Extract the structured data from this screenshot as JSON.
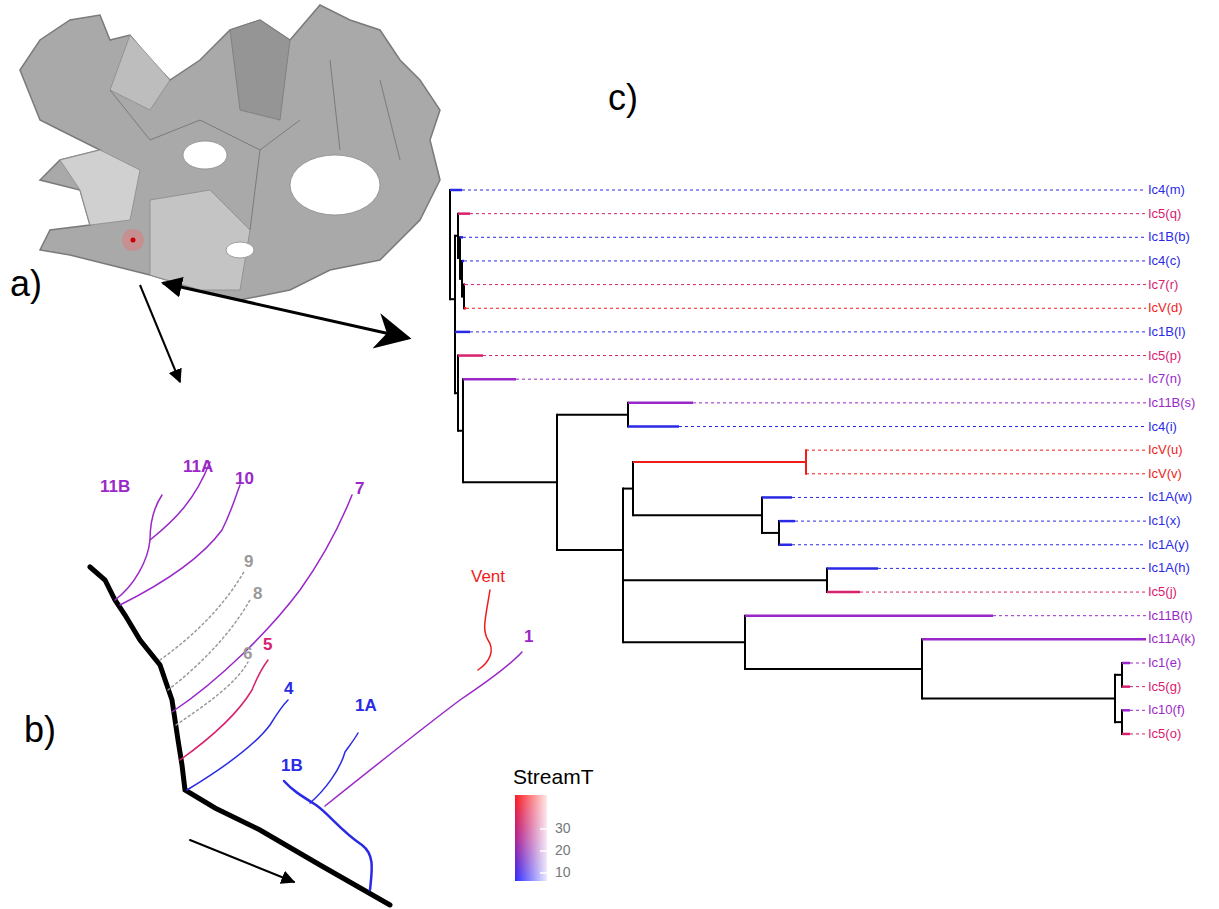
{
  "diagram": {
    "labels": [
      "a)",
      "b)",
      "c)",
      "11B",
      "11A",
      "10",
      "9",
      "8",
      "7",
      "6",
      "5",
      "4",
      "1A",
      "1B",
      "Vent",
      "1",
      "Ic4(m)",
      "Ic5(q)",
      "Ic1B(b)",
      "Ic4(c)",
      "Ic7(r)",
      "IcV(d)",
      "Ic1B(l)",
      "Ic5(p)",
      "Ic7(n)",
      "Ic11B(s)",
      "Ic4(i)",
      "IcV(u)",
      "IcV(v)",
      "Ic1A(w)",
      "Ic1(x)",
      "Ic1A(y)",
      "Ic1A(h)",
      "Ic5(j)",
      "Ic11B(t)",
      "Ic11A(k)",
      "Ic1(e)",
      "Ic5(g)",
      "Ic10(f)",
      "Ic5(o)",
      "StreamT",
      "30",
      "20",
      "10"
    ]
  }
}
